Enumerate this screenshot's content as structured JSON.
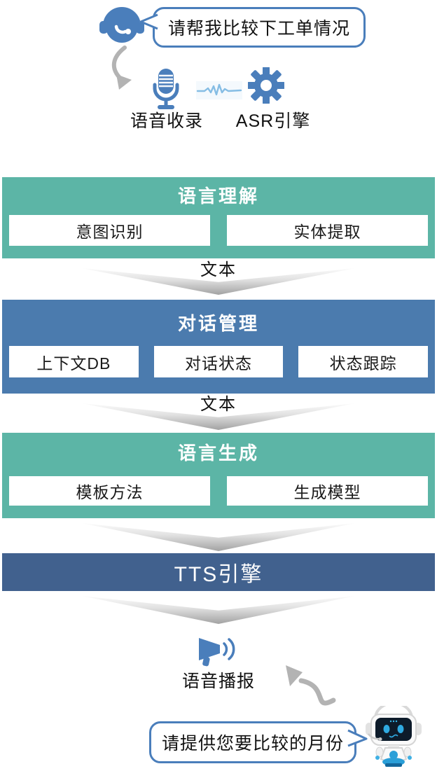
{
  "palette": {
    "teal": "#5CB5A6",
    "blue": "#4B7BAE",
    "navy": "#41618E",
    "icon_blue": "#4A7EBB",
    "arrow_gray": "#B3B3B3",
    "waveform_blue": "#85BDE4"
  },
  "top": {
    "user_bubble": "请帮我比较下工单情况",
    "voice_capture_label": "语音收录",
    "asr_label": "ASR引擎"
  },
  "stages": [
    {
      "title": "语言理解",
      "items": [
        "意图识别",
        "实体提取"
      ]
    },
    {
      "title": "对话管理",
      "items": [
        "上下文DB",
        "对话状态",
        "状态跟踪"
      ]
    },
    {
      "title": "语言生成",
      "items": [
        "模板方法",
        "生成模型"
      ]
    },
    {
      "title": "TTS引擎",
      "items": []
    }
  ],
  "connectors": {
    "text_label": "文本"
  },
  "bottom": {
    "broadcast_label": "语音播报",
    "bot_bubble": "请提供您要比较的月份"
  }
}
